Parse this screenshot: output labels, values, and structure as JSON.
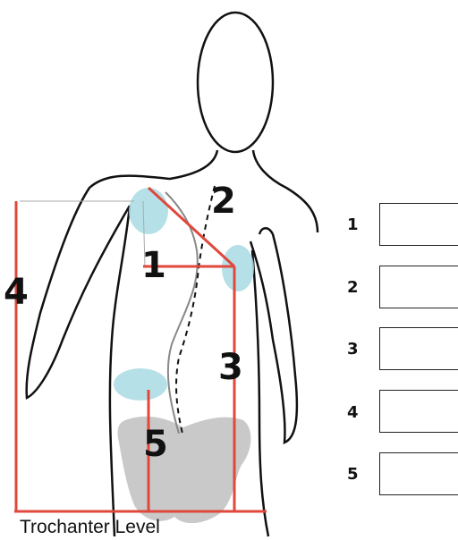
{
  "diagram": {
    "measurement_numbers": [
      "1",
      "2",
      "3",
      "4",
      "5"
    ],
    "caption": "Trochanter Level",
    "colors": {
      "outline": "#111111",
      "measure_line": "#e0483c",
      "landmark": "#a9dbe3",
      "pelvis": "#c9c9c9",
      "spine_guide": "#888888"
    }
  },
  "answer_boxes": [
    {
      "label": "1",
      "value": ""
    },
    {
      "label": "2",
      "value": ""
    },
    {
      "label": "3",
      "value": ""
    },
    {
      "label": "4",
      "value": ""
    },
    {
      "label": "5",
      "value": ""
    }
  ]
}
